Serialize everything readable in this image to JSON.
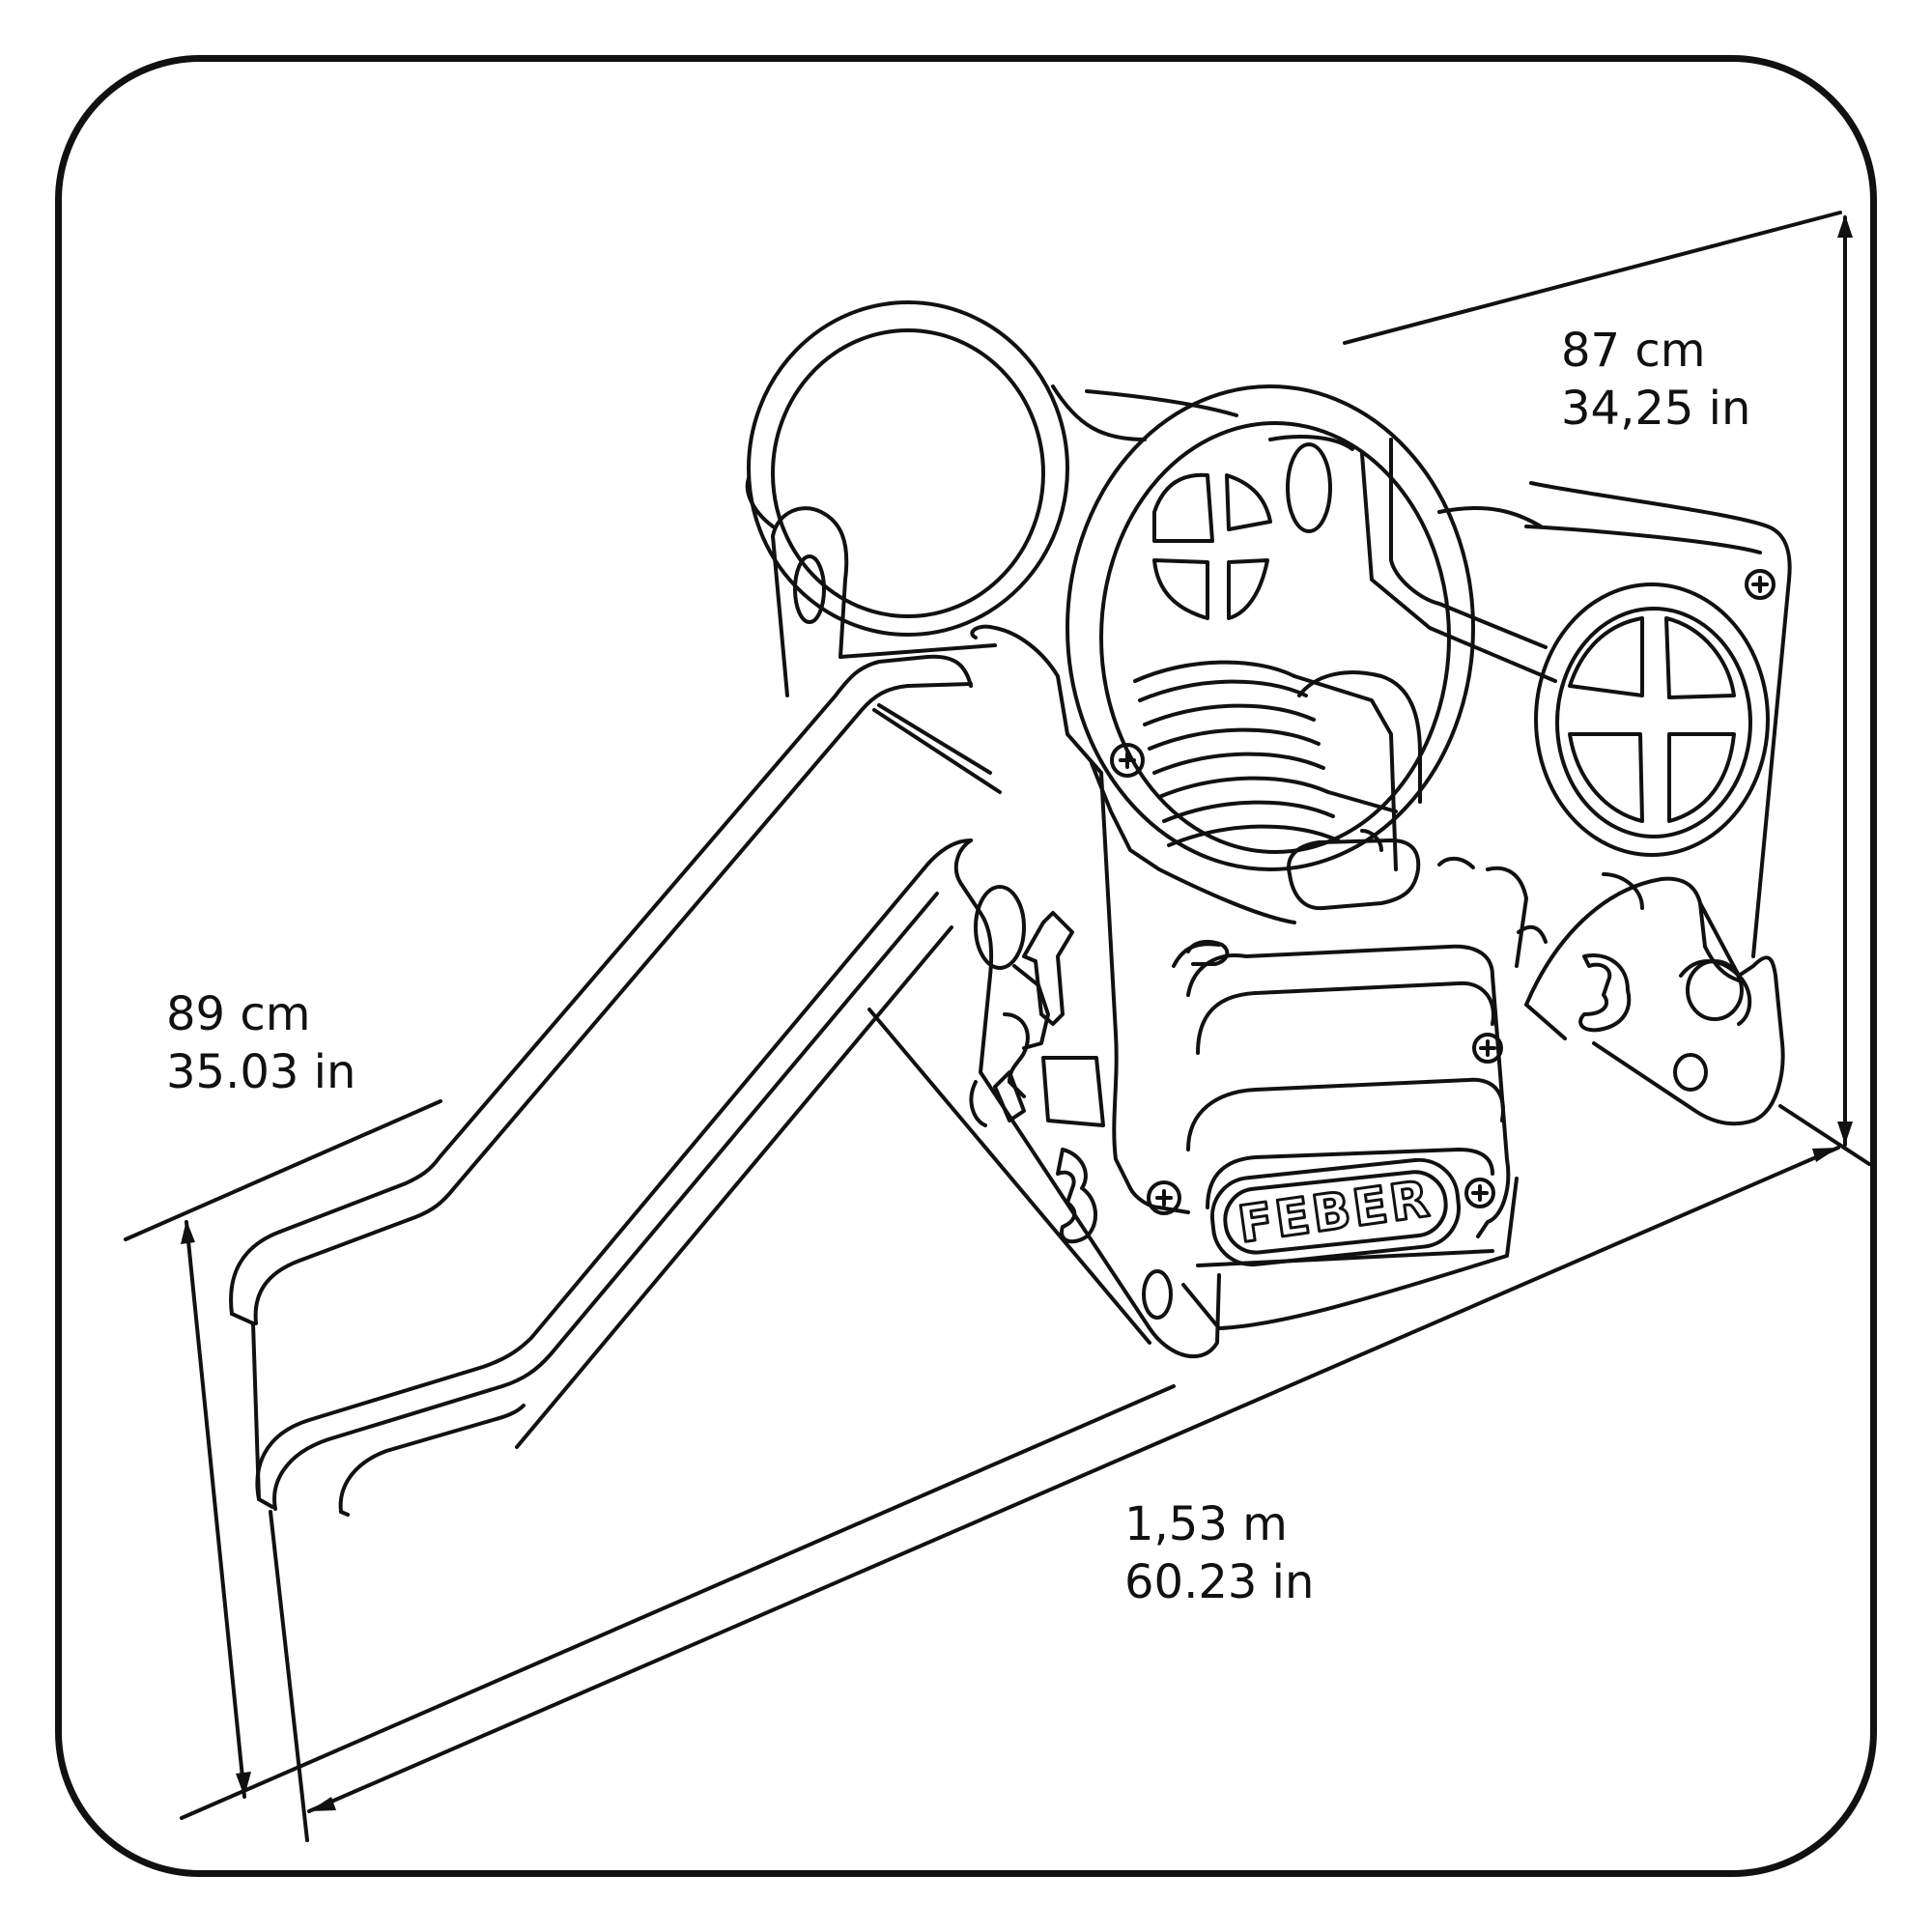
{
  "dimensions": {
    "depth": {
      "metric": "87 cm",
      "imperial": "34,25 in"
    },
    "height": {
      "metric": "89 cm",
      "imperial": "35.03 in"
    },
    "length": {
      "metric": "1,53 m",
      "imperial": "60.23 in"
    }
  },
  "brand": {
    "logo_text": "FEBER"
  },
  "colors": {
    "line": "#111111",
    "background": "#ffffff"
  }
}
